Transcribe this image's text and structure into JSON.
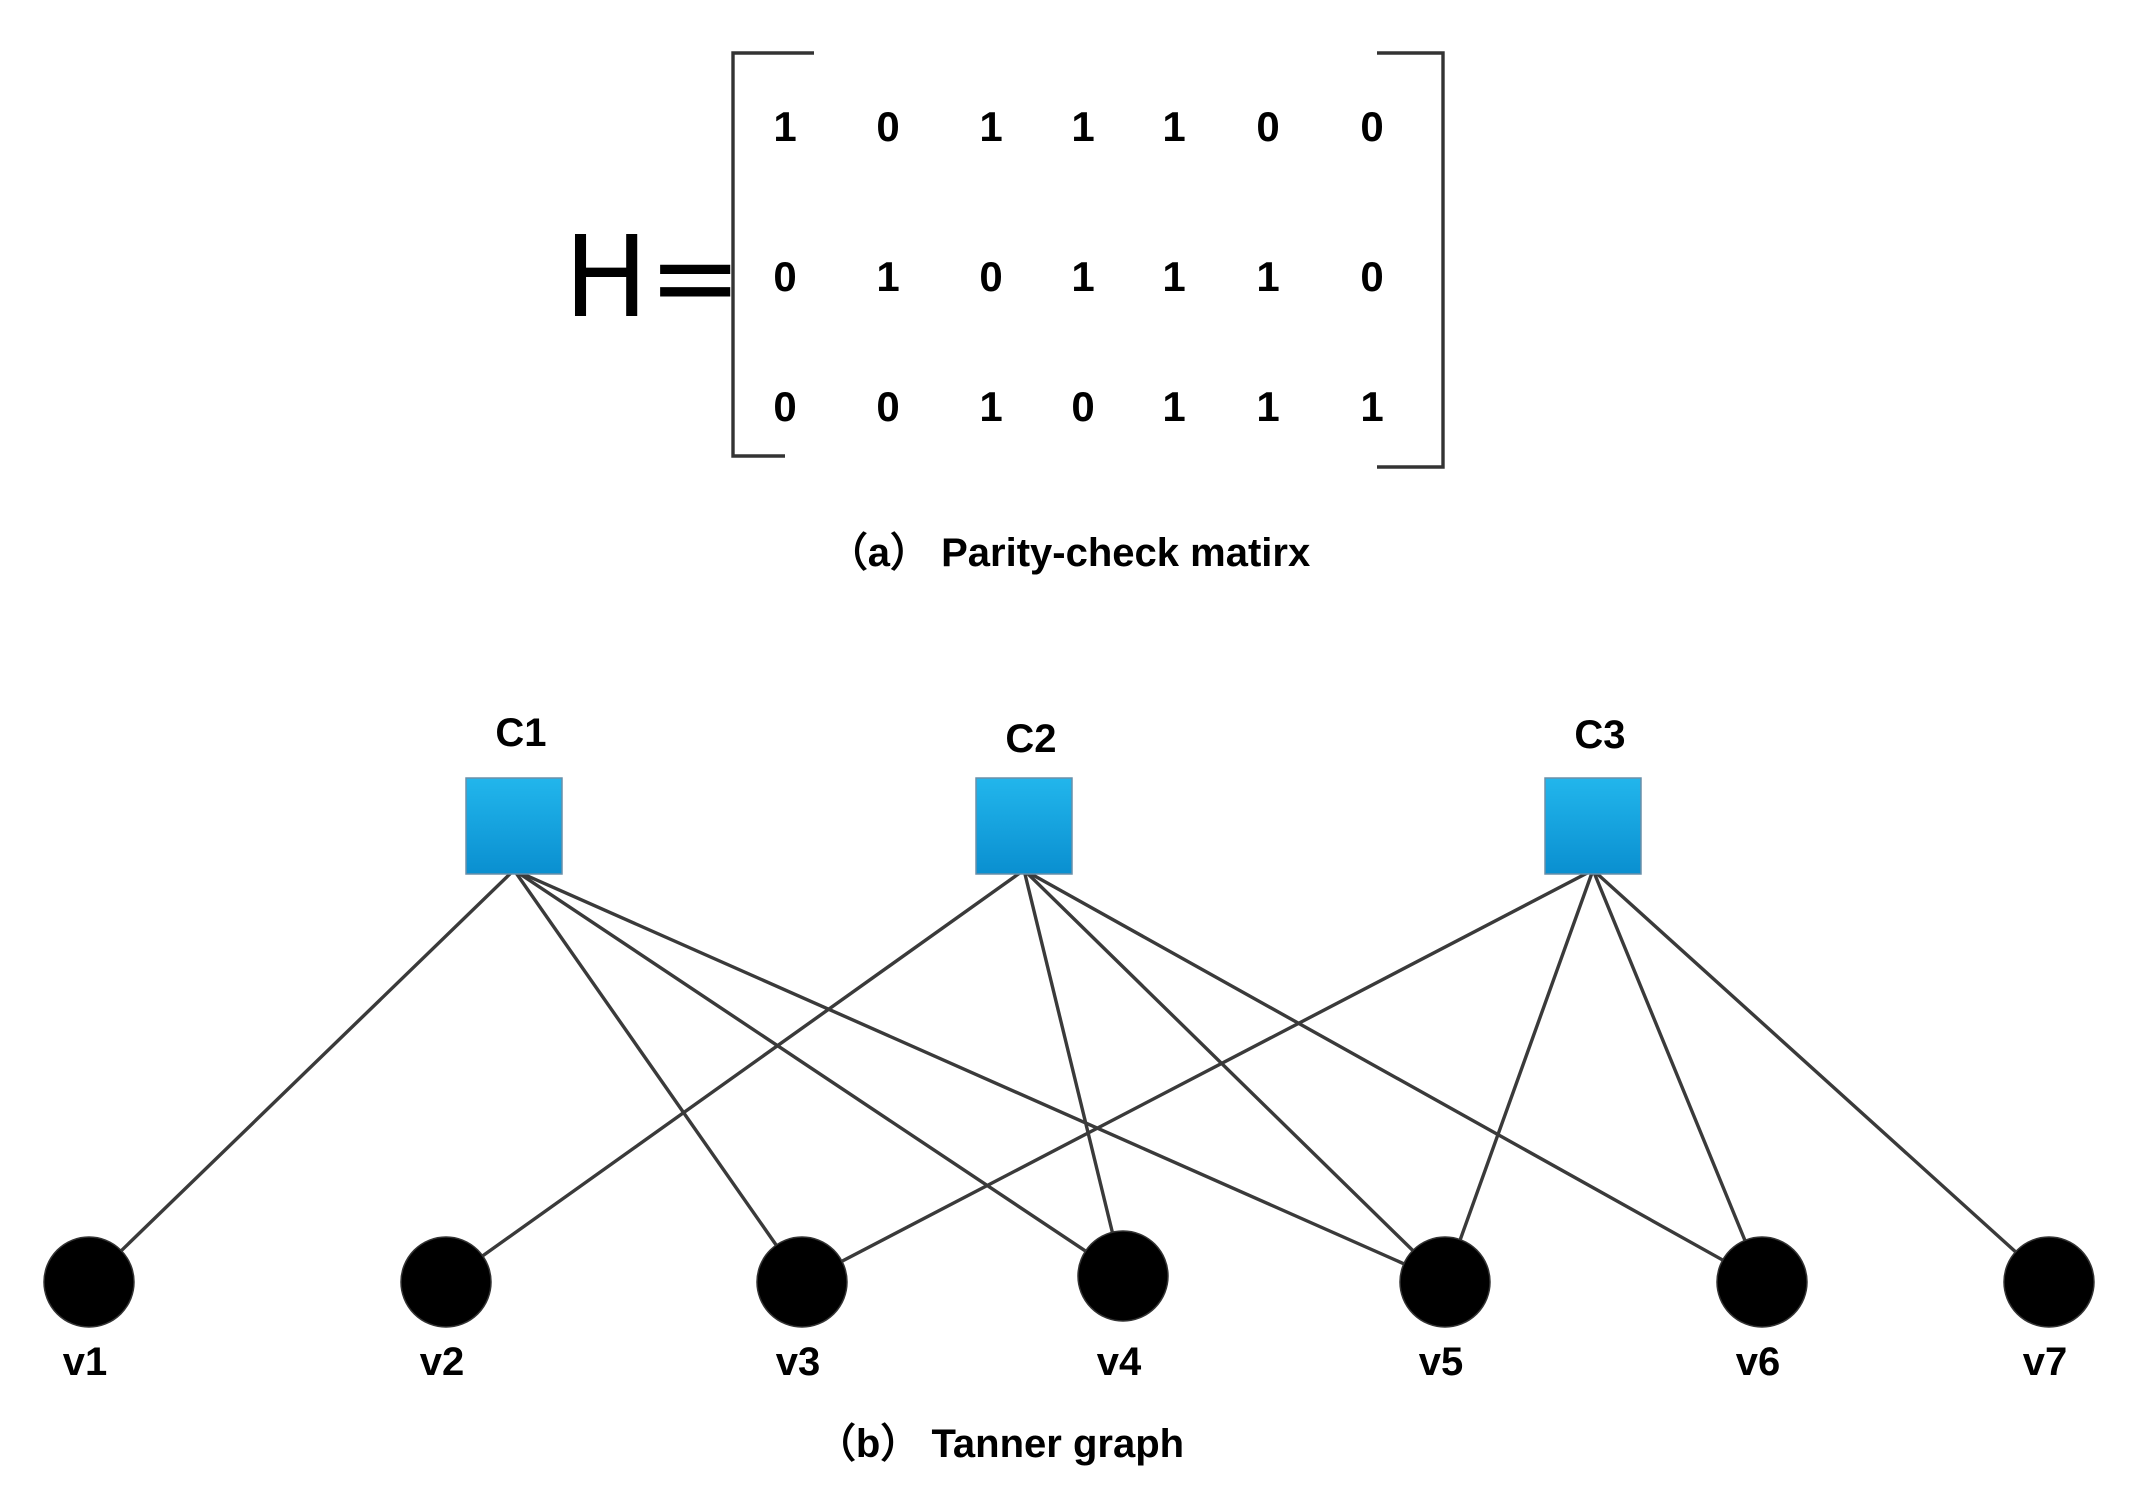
{
  "matrix": {
    "label": "H=",
    "rows": [
      [
        "1",
        "0",
        "1",
        "1",
        "1",
        "0",
        "0"
      ],
      [
        "0",
        "1",
        "0",
        "1",
        "1",
        "1",
        "0"
      ],
      [
        "0",
        "0",
        "1",
        "0",
        "1",
        "1",
        "1"
      ]
    ],
    "caption": "（a） Parity-check matirx"
  },
  "tanner": {
    "check_nodes": [
      "C1",
      "C2",
      "C3"
    ],
    "variable_nodes": [
      "v1",
      "v2",
      "v3",
      "v4",
      "v5",
      "v6",
      "v7"
    ],
    "edges": [
      [
        "C1",
        "v1"
      ],
      [
        "C1",
        "v3"
      ],
      [
        "C1",
        "v4"
      ],
      [
        "C1",
        "v5"
      ],
      [
        "C2",
        "v2"
      ],
      [
        "C2",
        "v4"
      ],
      [
        "C2",
        "v5"
      ],
      [
        "C2",
        "v6"
      ],
      [
        "C3",
        "v3"
      ],
      [
        "C3",
        "v5"
      ],
      [
        "C3",
        "v6"
      ],
      [
        "C3",
        "v7"
      ]
    ],
    "check_node_color": "#1aa3e0",
    "variable_node_color": "#000000",
    "edge_color": "#3a3a3a",
    "caption": "（b） Tanner graph"
  }
}
